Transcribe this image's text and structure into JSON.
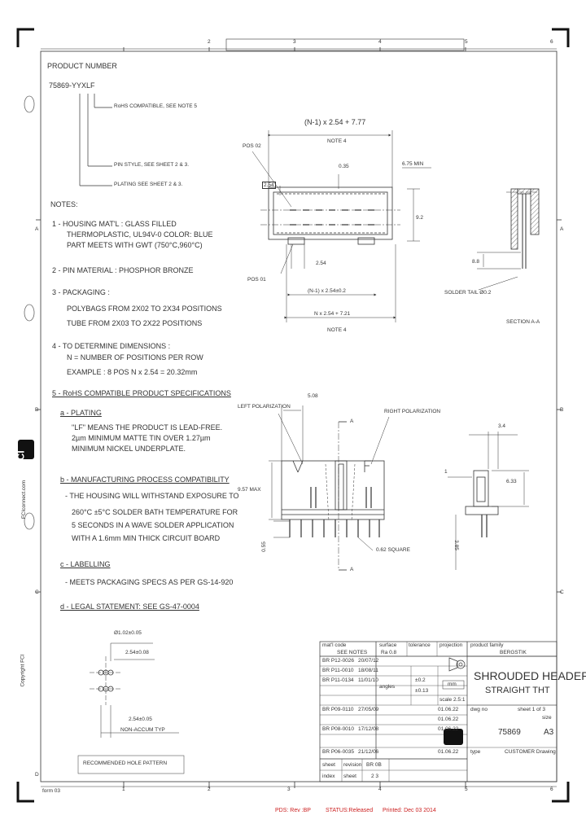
{
  "zones": {
    "top": [
      "2",
      "3",
      "4",
      "5",
      "6"
    ],
    "bottom": [
      "1",
      "2",
      "3",
      "4",
      "5",
      "6"
    ],
    "left": [
      "A",
      "B",
      "C",
      "D"
    ],
    "right": [
      "A",
      "B",
      "C"
    ]
  },
  "product_number": {
    "heading": "PRODUCT NUMBER",
    "part": "75869-YYXLF"
  },
  "callouts": {
    "rohs": "RoHS COMPATIBLE, SEE NOTE 5",
    "pin_style": "PIN STYLE, SEE SHEET 2 & 3.",
    "plating": "PLATING SEE SHEET 2 & 3."
  },
  "notes": {
    "heading": "NOTES:",
    "n1": [
      "1 - HOUSING MAT'L : GLASS FILLED",
      "THERMOPLASTIC, UL94V-0 COLOR: BLUE",
      "PART MEETS WITH GWT (750°C,960°C)"
    ],
    "n2": "2 - PIN MATERIAL : PHOSPHOR BRONZE",
    "n3": [
      "3 - PACKAGING :",
      "POLYBAGS FROM 2X02 TO 2X34 POSITIONS",
      "TUBE FROM 2X03 TO 2X22 POSITIONS"
    ],
    "n4": [
      "4 - TO DETERMINE DIMENSIONS :",
      "N = NUMBER OF POSITIONS PER ROW",
      "EXAMPLE : 8 POS N x 2.54 = 20.32mm"
    ],
    "n5": "5 - RoHS COMPATIBLE PRODUCT SPECIFICATIONS",
    "a_head": "a - PLATING",
    "a_body": [
      "\"LF\" MEANS THE PRODUCT IS LEAD-FREE.",
      "2µm MINIMUM MATTE TIN OVER 1.27µm",
      "MINIMUM NICKEL UNDERPLATE."
    ],
    "b_head": "b - MANUFACTURING PROCESS COMPATIBILITY",
    "b_body": [
      "- THE HOUSING WILL WITHSTAND EXPOSURE TO",
      "260°C ±5°C SOLDER BATH TEMPERATURE FOR",
      "5 SECONDS IN A WAVE SOLDER APPLICATION",
      "WITH A 1.6mm MIN THICK CIRCUIT BOARD"
    ],
    "c_head": "c - LABELLING",
    "c_body": "- MEETS PACKAGING SPECS AS PER GS-14-920",
    "d_head": "d - LEGAL STATEMENT: SEE GS-47-0004"
  },
  "hole": {
    "dia": "Ø1.02±0.05",
    "pitch_top": "2.54±0.08",
    "pitch_bottom": "2.54±0.05",
    "accum": "NON-ACCUM TYP",
    "caption": "RECOMMENDED HOLE PATTERN"
  },
  "top_view": {
    "dim_top": "(N-1) x 2.54 + 7.77",
    "note4_a": "NOTE 4",
    "pos02": "POS 02",
    "d035": "0.35",
    "d675": "6.75 MIN",
    "d254a": "2.54",
    "d92": "9.2",
    "d254b": "2.54",
    "pos01": "POS 01",
    "dim_mid": "(N-1) x 2.54±0.2",
    "dim_bot": "N x 2.54 + 7.21",
    "note4_b": "NOTE 4"
  },
  "section": {
    "d88": "8.8",
    "solder": "SOLDER TAIL Ø0.2",
    "caption": "SECTION A-A"
  },
  "front_view": {
    "left_pol": "LEFT POLARIZATION",
    "d508": "5.08",
    "right_pol": "RIGHT POLARIZATION",
    "a1": "A",
    "a2": "A",
    "d957": "9.57 MAX",
    "d055": "0.55",
    "d062": "0.62 SQUARE"
  },
  "side_view": {
    "d34": "3.4",
    "d633": "6.33",
    "d385": "3.85",
    "one": "1"
  },
  "side_text": {
    "brand": "FCI",
    "site": "FCIconnect.com",
    "copyright": "Copyright FCI"
  },
  "title_block": {
    "mat_head": "mat'l code",
    "mat_val": "SEE NOTES",
    "surf_head": "surface",
    "surf_val": "Ra 0.8",
    "tol_head": "tolerance",
    "proj_head": "projection",
    "pf_head": "product family",
    "pf_val": "BERGSTIK",
    "title1": "SHROUDED HEADER",
    "title2": "STRAIGHT THT",
    "dwg_head": "dwg no",
    "dwg_no": "75869",
    "sheet_info": "sheet 1 of 3",
    "size_head": "size",
    "size_val": "A3",
    "type_head": "type",
    "type_val": "CUSTOMER Drawing",
    "units": "mm",
    "angles": "angles",
    "rev1": "BR P12-0026",
    "rev2": "BR P11-0010",
    "rev3": "BR P11-0134",
    "rev4": "BR P09-0110",
    "rev5": "BR P08-0010",
    "rev6": "BR P06-0035",
    "d1": "20/07/12",
    "d2": "18/08/11",
    "d3": "11/01/10",
    "d4": "27/05/09",
    "d5": "17/12/08",
    "d6": "21/12/06",
    "tol_linear": "±0.2",
    "tol_linear2": "±0.13",
    "scale": "scale 2.5:1",
    "date1": "01.06.22",
    "date2": "01.06.22",
    "date3": "01.06.22",
    "date4": "01.06.22",
    "sheet_head": "sheet",
    "rev_head": "revision",
    "rev_head2": "BR 0B",
    "index_head": "index",
    "index2": "sheet",
    "index3": "2 3"
  },
  "footer": {
    "rev": "PDS: Rev :BP",
    "status": "STATUS:Released",
    "printed": "Printed: Dec 03 2014"
  },
  "form_no": "form 03"
}
